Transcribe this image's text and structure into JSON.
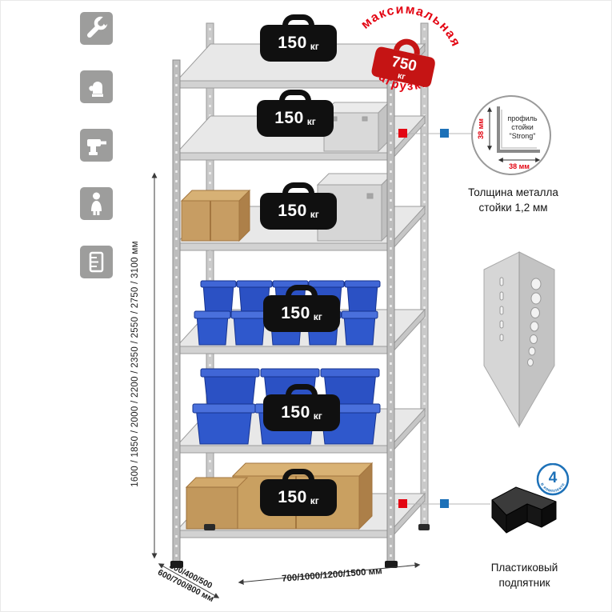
{
  "colors": {
    "accent_red": "#e30613",
    "accent_blue": "#1d71b8",
    "icon_gray": "#9d9d9c",
    "bin_blue": "#2b51c4",
    "weight_black": "#101010"
  },
  "sidebar": {
    "icons": [
      {
        "name": "wrench-icon"
      },
      {
        "name": "gloves-icon"
      },
      {
        "name": "drill-icon"
      },
      {
        "name": "person-icon"
      },
      {
        "name": "measurements-icon"
      }
    ]
  },
  "shelf_weights": [
    {
      "value": "150",
      "unit": "кг"
    },
    {
      "value": "150",
      "unit": "кг"
    },
    {
      "value": "150",
      "unit": "кг"
    },
    {
      "value": "150",
      "unit": "кг"
    },
    {
      "value": "150",
      "unit": "кг"
    },
    {
      "value": "150",
      "unit": "кг"
    }
  ],
  "max_load_stamp": {
    "arc_top": "максимальная",
    "arc_bottom": "нагрузка",
    "value": "750",
    "unit": "кг"
  },
  "dimensions": {
    "height": "1600 / 1850 / 2000 / 2200 / 2350 / 2550 / 2750 / 3100 мм",
    "depth_line1": "300/400/500",
    "depth_line2": "600/700/800 мм",
    "width": "700/1000/1200/1500 мм"
  },
  "profile_callout": {
    "dim_vertical": "38 мм",
    "dim_horizontal": "38 мм",
    "label_line1": "профиль",
    "label_line2": "стойки",
    "label_line3": "\"Strong\"",
    "caption_line1": "Толщина металла",
    "caption_line2": "стойки 1,2 мм"
  },
  "foot_callout": {
    "badge_value": "4",
    "badge_arc": "в комплекте",
    "caption_line1": "Пластиковый",
    "caption_line2": "подпятник"
  }
}
